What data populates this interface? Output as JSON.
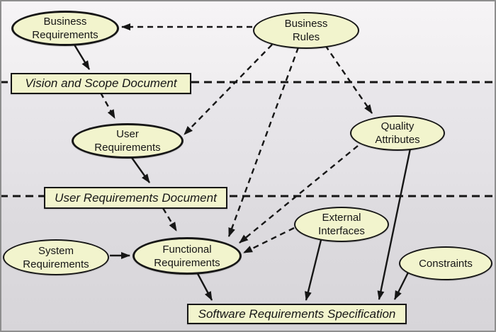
{
  "colors": {
    "node_fill": "#f2f4cd",
    "node_border": "#161616",
    "line": "#161616",
    "frame": "#8e8e8e",
    "bg_top": "#f6f4f6",
    "bg_mid": "#e2e0e4",
    "bg_bottom": "#d7d5d9"
  },
  "nodes": {
    "business_requirements": {
      "label": "Business\nRequirements"
    },
    "business_rules": {
      "label": "Business\nRules"
    },
    "user_requirements": {
      "label": "User\nRequirements"
    },
    "quality_attributes": {
      "label": "Quality\nAttributes"
    },
    "system_requirements": {
      "label": "System\nRequirements"
    },
    "functional_requirements": {
      "label": "Functional\nRequirements"
    },
    "external_interfaces": {
      "label": "External\nInterfaces"
    },
    "constraints": {
      "label": "Constraints"
    }
  },
  "documents": {
    "vision_and_scope": {
      "label": "Vision and Scope Document"
    },
    "user_requirements_document": {
      "label": "User Requirements Document"
    },
    "software_requirements_specification": {
      "label": "Software Requirements Specification"
    }
  }
}
